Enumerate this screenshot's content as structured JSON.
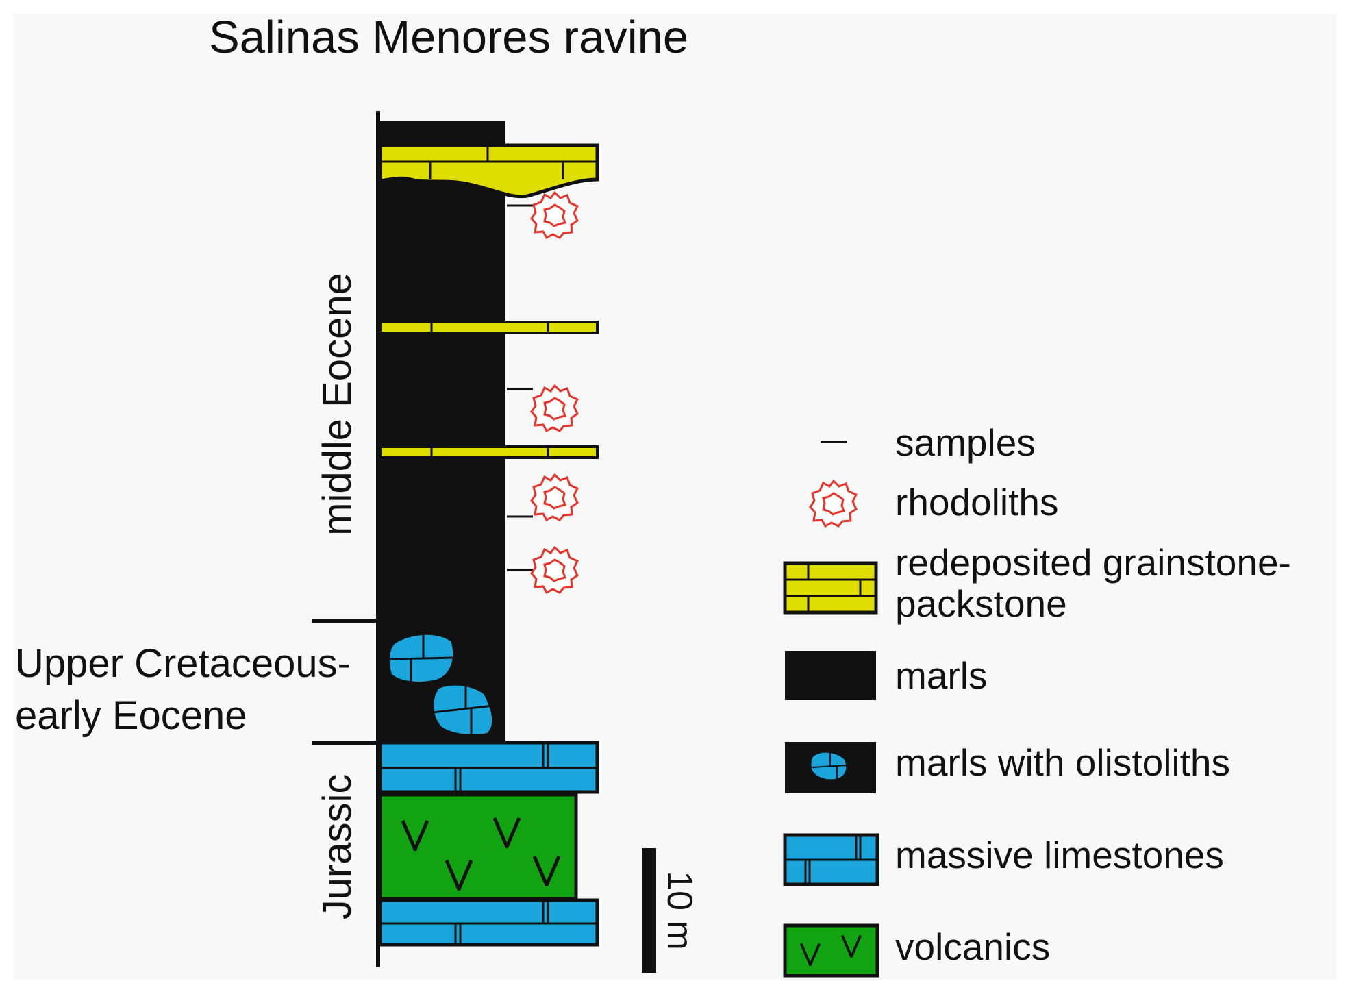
{
  "title": "Salinas Menores ravine",
  "age_labels": {
    "middle_eocene": "middle Eocene",
    "upper_cretaceous_line1": "Upper Cretaceous-",
    "upper_cretaceous_line2": "early Eocene",
    "jurassic": "Jurassic"
  },
  "scale_bar": {
    "label": "10 m"
  },
  "legend": {
    "samples": "samples",
    "rhodoliths": "rhodoliths",
    "grainstone_line1": "redeposited grainstone-",
    "grainstone_line2": "packstone",
    "marls": "marls",
    "marls_olistoliths": "marls with olistoliths",
    "limestones": "massive limestones",
    "volcanics": "volcanics"
  },
  "colors": {
    "grainstone": "#dede00",
    "marls": "#111111",
    "limestone": "#1aa6dc",
    "volcanics": "#12a313",
    "rhodolith": "#e8332a",
    "background": "#f8f8f8"
  }
}
